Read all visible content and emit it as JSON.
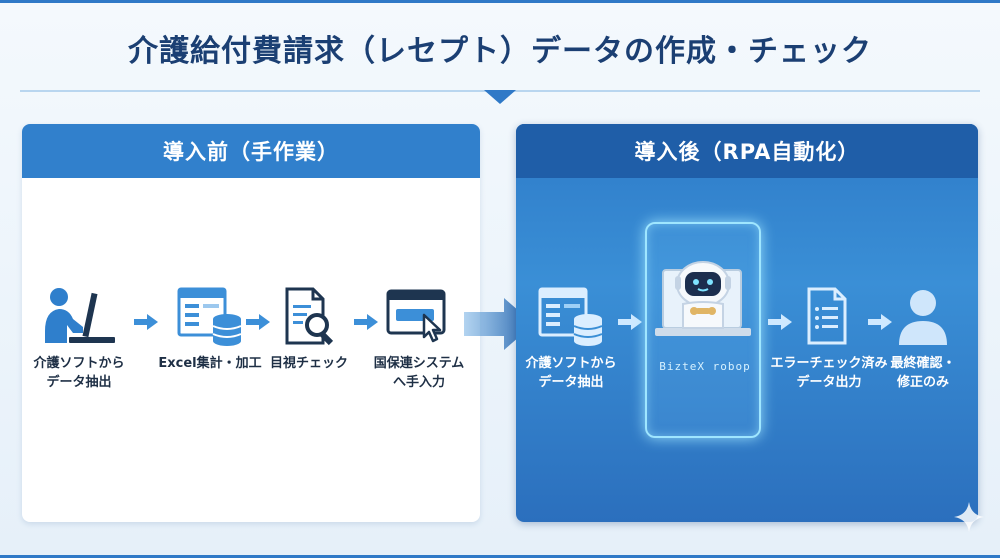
{
  "title": "介護給付費請求（レセプト）データの作成・チェック",
  "before": {
    "heading": "導入前（手作業）",
    "steps": [
      {
        "label": "介護ソフトから\nデータ抽出",
        "icon": "person-computer-icon"
      },
      {
        "label": "Excel集計・加工",
        "icon": "spreadsheet-database-icon"
      },
      {
        "label": "目視チェック",
        "icon": "document-magnifier-icon"
      },
      {
        "label": "国保連システム\nへ手入力",
        "icon": "browser-click-icon"
      }
    ]
  },
  "after": {
    "heading": "導入後（RPA自動化）",
    "steps": [
      {
        "label": "介護ソフトから\nデータ抽出",
        "icon": "spreadsheet-database-icon"
      },
      {
        "label": "エラーチェック済み\nデータ出力",
        "icon": "document-list-icon"
      },
      {
        "label": "最終確認・\n修正のみ",
        "icon": "person-icon"
      }
    ],
    "robot": {
      "brand": "BizteX robop",
      "icon": "robot-laptop-icon"
    }
  },
  "colors": {
    "title": "#1b3f73",
    "accent": "#2f79c7",
    "before_head": "#3180cc",
    "after_head": "#1f5ea8",
    "glow": "#9fe6ff"
  }
}
